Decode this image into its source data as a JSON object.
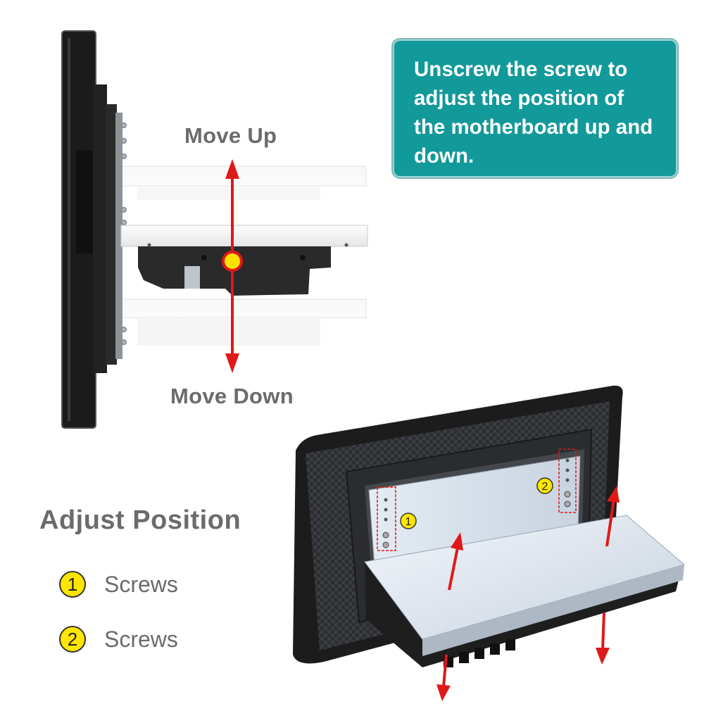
{
  "side_view": {
    "move_up_label": "Move Up",
    "move_down_label": "Move Down"
  },
  "info_box": {
    "text": "Unscrew the screw to adjust the position of the motherboard up and down."
  },
  "legend": {
    "title": "Adjust Position",
    "items": [
      {
        "number": "1",
        "label": "Screws"
      },
      {
        "number": "2",
        "label": "Screws"
      }
    ]
  },
  "perspective_view": {
    "marker_1": "1",
    "marker_2": "2"
  },
  "colors": {
    "callout_bg": "#12999a",
    "arrow": "#e01818",
    "badge": "#ffe600",
    "label_gray": "#6b6b6b"
  }
}
